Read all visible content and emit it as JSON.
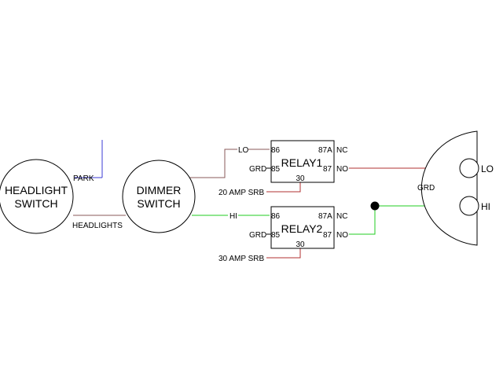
{
  "colors": {
    "blue_wire": "#3b3bd6",
    "red_wire": "#b03030",
    "brown_wire": "#8a5a5a",
    "green_wire": "#22cc22",
    "outline": "#000000",
    "junction": "#000000"
  },
  "headlight_switch": {
    "line1": "HEADLIGHT",
    "line2": "SWITCH",
    "park_label": "PARK",
    "headlights_label": "HEADLIGHTS"
  },
  "dimmer_switch": {
    "line1": "DIMMER",
    "line2": "SWITCH",
    "lo_label": "LO",
    "hi_label": "HI"
  },
  "relay1": {
    "name": "RELAY1",
    "pin86": "86",
    "pin87a": "87A",
    "nc": "NC",
    "grd": "GRD",
    "pin85": "85",
    "pin87": "87",
    "no": "NO",
    "pin30": "30",
    "supply": "20 AMP SRB"
  },
  "relay2": {
    "name": "RELAY2",
    "pin86": "86",
    "pin87a": "87A",
    "nc": "NC",
    "grd": "GRD",
    "pin85": "85",
    "pin87": "87",
    "no": "NO",
    "pin30": "30",
    "supply": "30 AMP SRB"
  },
  "headlamp": {
    "grd": "GRD",
    "lo": "LO",
    "hi": "HI"
  }
}
